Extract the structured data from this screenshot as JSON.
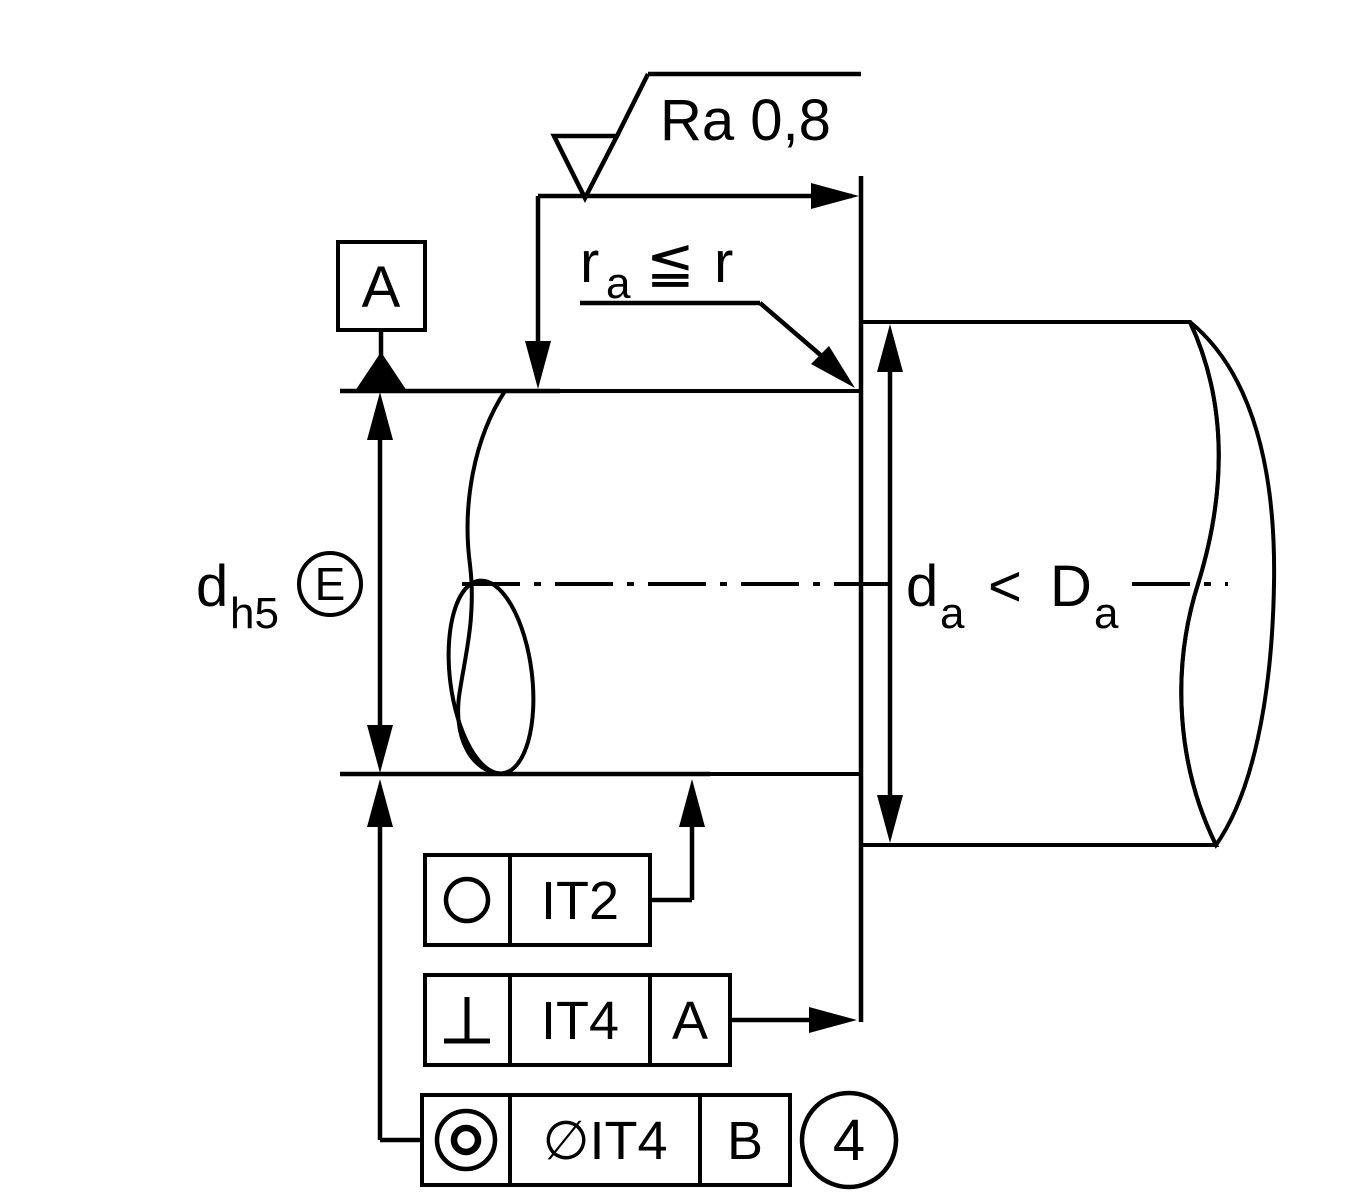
{
  "colors": {
    "line": "#000000",
    "background": "#ffffff",
    "metal_dark": "#787878",
    "metal_light": "#fbfbfb"
  },
  "drawing": {
    "surface_finish_label": "Ra 0,8",
    "fillet_note": {
      "r1": "r",
      "sub1": "a",
      "op": "≦",
      "r2": "r"
    },
    "datum_flag": "A",
    "shaft_diameter": {
      "base": "d",
      "tolerance": "h5",
      "envelope": "E"
    },
    "shoulder_note": {
      "left_base": "d",
      "left_sub": "a",
      "op": "<",
      "right_base": "D",
      "right_sub": "a"
    },
    "tolerance_frames": [
      {
        "symbol": "circularity",
        "value": "IT2"
      },
      {
        "symbol": "perpendicularity",
        "value": "IT4",
        "datum": "A"
      },
      {
        "symbol": "concentricity",
        "value": "∅IT4",
        "datum": "B"
      }
    ],
    "balloon_number": "4"
  }
}
